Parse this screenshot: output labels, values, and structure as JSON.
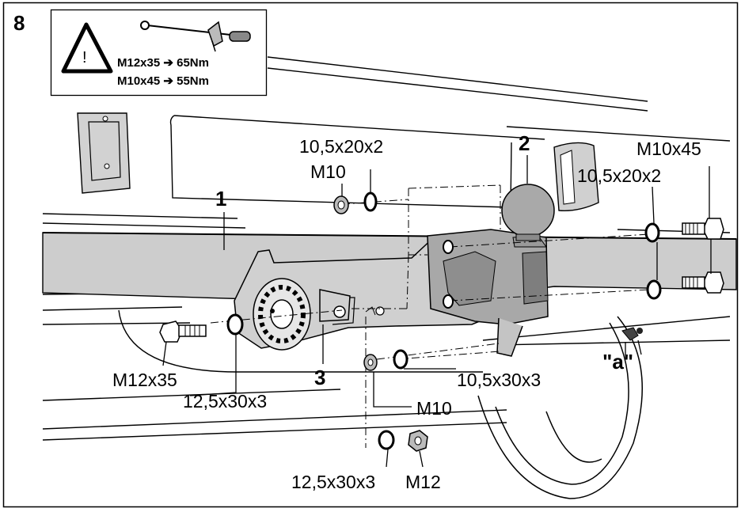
{
  "step_number": "8",
  "warning": {
    "symbol": "!",
    "torque_lines": [
      "M12x35 ➔ 65Nm",
      "M10x45 ➔ 55Nm"
    ]
  },
  "callouts": {
    "part_1": "1",
    "part_2": "2",
    "part_3": "3",
    "label_a": "\"a\""
  },
  "labels": {
    "washer_top": "10,5x20x2",
    "nut_top": "M10",
    "bolt_right": "M10x45",
    "washer_right": "10,5x20x2",
    "bolt_left": "M12x35",
    "washer_left": "12,5x30x3",
    "washer_mid": "10,5x30x3",
    "nut_mid": "M10",
    "washer_bottom": "12,5x30x3",
    "nut_bottom": "M12"
  }
}
